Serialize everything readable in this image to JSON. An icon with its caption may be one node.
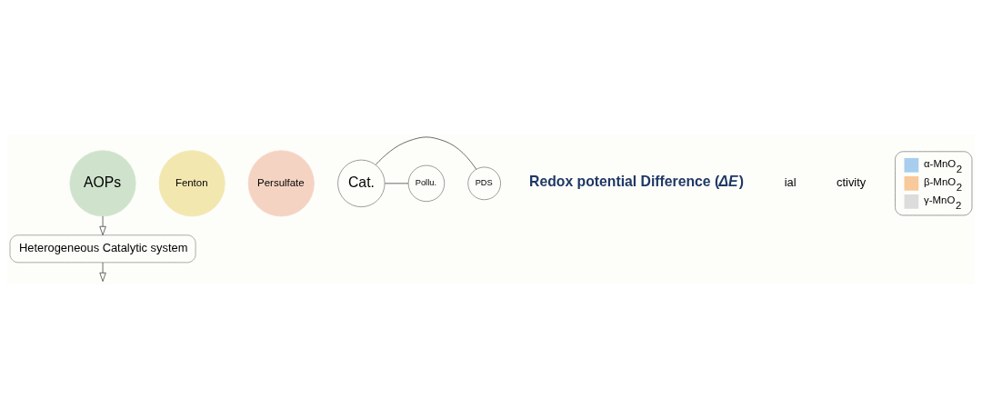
{
  "diagram": {
    "nodes": [
      {
        "text": [
          "AOPs"
        ]
      },
      {
        "text": [
          "Fenton"
        ]
      },
      {
        "text": [
          "Persulfate"
        ]
      },
      {
        "text": [
          "Heterogeneous Catalytic system"
        ]
      },
      {
        "text": [
          "Cat."
        ]
      },
      {
        "text": [
          "PDS"
        ]
      },
      {
        "text": [
          "Pollu."
        ]
      }
    ],
    "edges": [
      {
        "from": 0,
        "to": 3,
        "arrow": "to"
      },
      {
        "from": 3,
        "to": null,
        "arrow": "to"
      },
      {
        "from": 4,
        "to": 5,
        "arrow": "none"
      },
      {
        "from": 4,
        "to": 6,
        "arrow": "none"
      }
    ],
    "labels": [
      "Redox potential Difference (*ΔE*)",
      "ial",
      "ctivity"
    ],
    "legend": [
      {
        "text": "α-MnO$_{2}$",
        "color": "#a9cdef"
      },
      {
        "text": "β-MnO$_{2}$",
        "color": "#f8c99a"
      },
      {
        "text": "γ-MnO$_{2}$",
        "color": "#dcdcdc"
      }
    ]
  }
}
